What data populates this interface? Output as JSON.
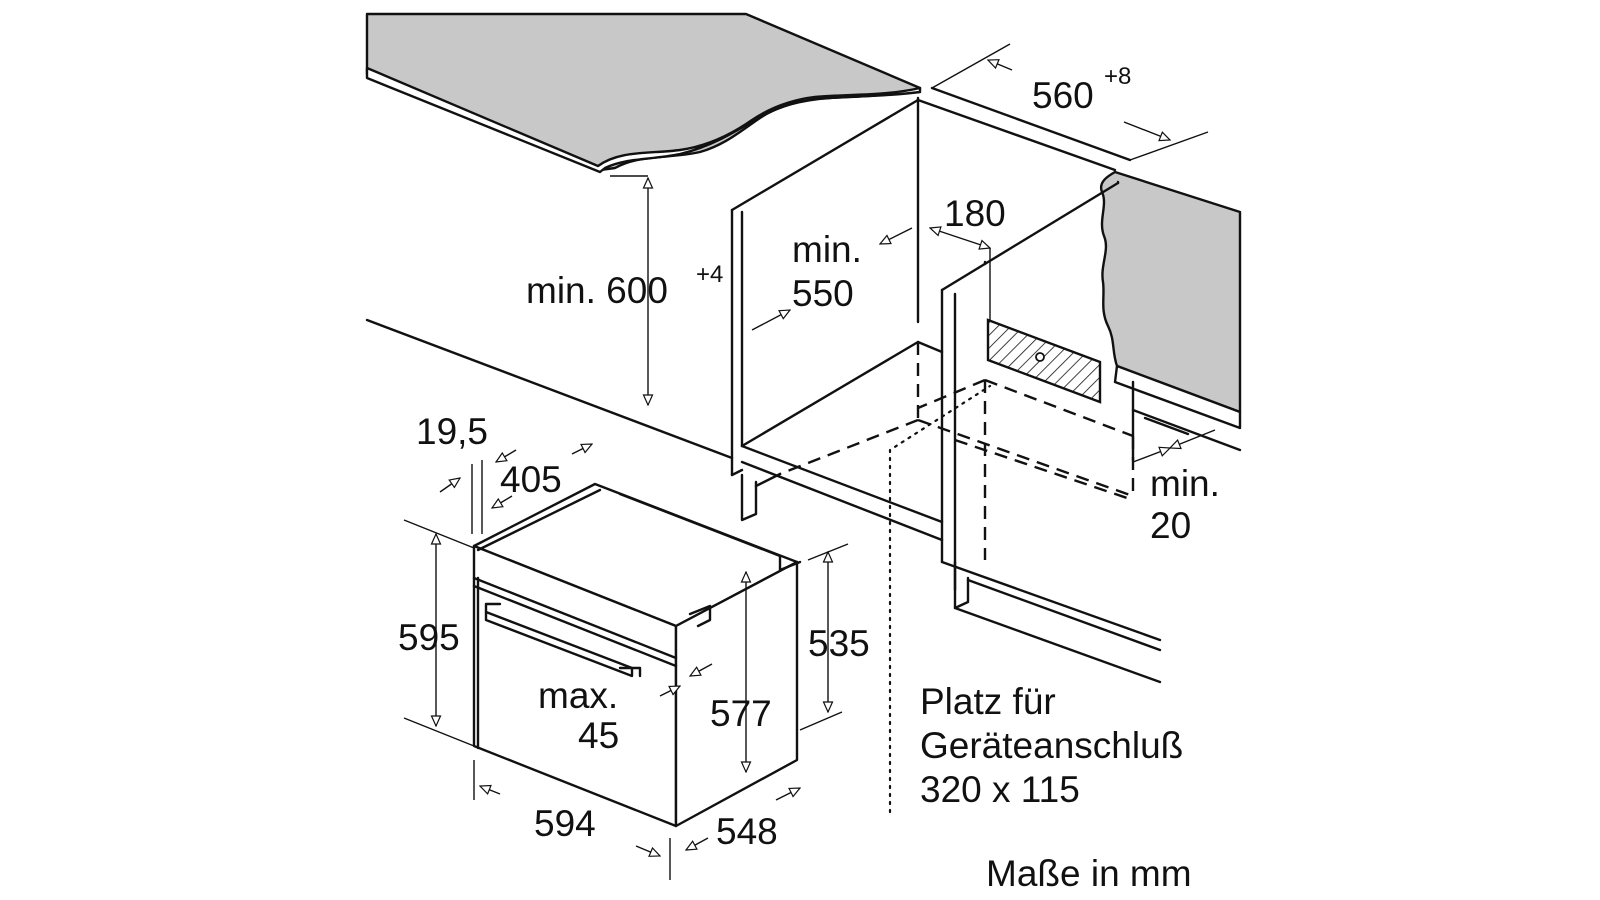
{
  "colors": {
    "ink": "#111111",
    "worktop": "#c8c8c8",
    "background": "#ffffff"
  },
  "labels": {
    "niche_width": "560",
    "niche_width_tol": "+8",
    "niche_height": "min. 600",
    "niche_height_tol": "+4",
    "depth_min_line1": "min.",
    "depth_min_line2": "550",
    "socket_offset": "180",
    "gap_min_line1": "min.",
    "gap_min_line2": "20",
    "panel_thickness": "19,5",
    "panel_depth": "405",
    "oven_height": "595",
    "oven_body_height": "535",
    "door_max_line1": "max.",
    "door_max_line2": "45",
    "inner_height": "577",
    "oven_width": "594",
    "oven_depth": "548",
    "connection_line1": "Platz für",
    "connection_line2": "Geräteanschluß",
    "connection_line3": "320 x 115",
    "units": "Maße in mm"
  }
}
